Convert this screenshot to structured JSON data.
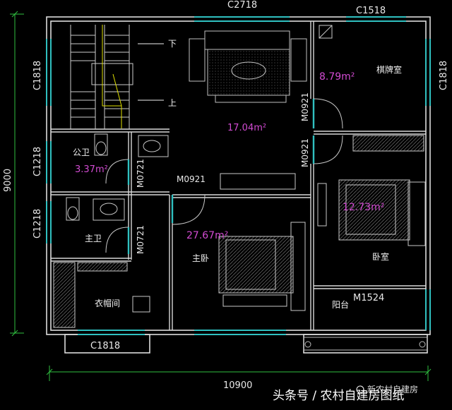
{
  "dimensions": {
    "total_width": "10900",
    "total_depth": "9000"
  },
  "windows": {
    "top_main": "C2718",
    "top_right": "C1518",
    "left_top": "C1818",
    "right_top": "C1818",
    "left_mid1": "C1218",
    "left_mid2": "C1218",
    "bottom_left": "C1818"
  },
  "doors": {
    "mahjong_door": "M0921",
    "bedroom_door": "M0921",
    "master_door": "M0921",
    "public_bath_door": "M0721",
    "master_bath_door": "M0721",
    "balcony_door": "M1524"
  },
  "stairs": {
    "down": "下",
    "up": "上"
  },
  "rooms": {
    "living_area": "17.04m²",
    "public_bath_name": "公卫",
    "public_bath_area": "3.37m²",
    "mahjong_area": "8.79m²",
    "mahjong_name": "棋牌室",
    "bedroom_area": "12.73m²",
    "bedroom_name": "卧室",
    "master_area": "27.67m²",
    "master_name": "主卧",
    "master_bath_name": "主卫",
    "closet_name": "衣帽间",
    "balcony_name": "阳台"
  },
  "watermark": {
    "text": "头条号 / 农村自建房图纸",
    "overlay": "新农村自建房"
  }
}
